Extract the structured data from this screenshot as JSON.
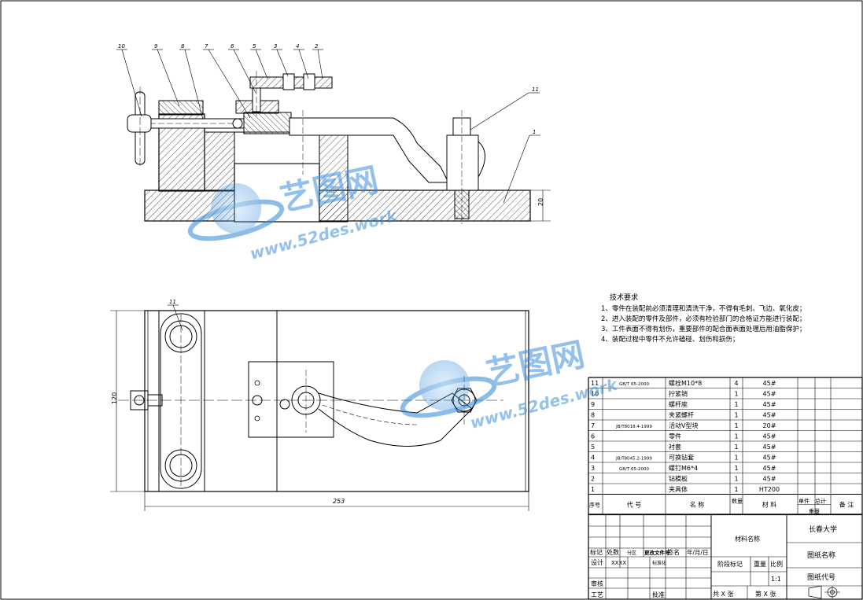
{
  "main_view": {
    "balloons": [
      "10",
      "9",
      "8",
      "7",
      "6",
      "5",
      "3",
      "4",
      "2",
      "11",
      "1"
    ],
    "dim_height": "20"
  },
  "top_view": {
    "balloon": "11",
    "dim_width": "253",
    "dim_height": "120"
  },
  "tech_requirements": {
    "title": "技术要求",
    "items": [
      "1、零件在装配前必须清理和清洗干净，不得有毛刺、飞边、氧化皮；",
      "2、进入装配的零件及部件，必须有检验部门的合格证方能进行装配；",
      "3、工件表面不得有划伤，重要部件的配合面表面处理后用油脂保护；",
      "4、装配过程中零件不允许磕碰、划伤和损伤；"
    ]
  },
  "parts_table": {
    "rows": [
      {
        "no": "11",
        "code": "GB/T 65-2000",
        "name": "螺栓M10*8",
        "qty": "4",
        "material": "45#"
      },
      {
        "no": "10",
        "code": "",
        "name": "拧紧销",
        "qty": "1",
        "material": "45#"
      },
      {
        "no": "9",
        "code": "",
        "name": "螺杆座",
        "qty": "1",
        "material": "45#"
      },
      {
        "no": "8",
        "code": "",
        "name": "夹紧螺杆",
        "qty": "1",
        "material": "45#"
      },
      {
        "no": "7",
        "code": "JB/T8018.4-1999",
        "name": "活动V型块",
        "qty": "1",
        "material": "20#"
      },
      {
        "no": "6",
        "code": "",
        "name": "零件",
        "qty": "1",
        "material": "45#"
      },
      {
        "no": "5",
        "code": "",
        "name": "衬套",
        "qty": "1",
        "material": "45#"
      },
      {
        "no": "4",
        "code": "JB/T8045.2-1999",
        "name": "可换钻套",
        "qty": "1",
        "material": "45#"
      },
      {
        "no": "3",
        "code": "GB/T 65-2000",
        "name": "螺钉M6*4",
        "qty": "1",
        "material": "45#"
      },
      {
        "no": "2",
        "code": "",
        "name": "钻模板",
        "qty": "1",
        "material": "45#"
      },
      {
        "no": "1",
        "code": "",
        "name": "夹具体",
        "qty": "1",
        "material": "HT200"
      }
    ],
    "header": {
      "no": "序号",
      "code": "代      号",
      "name": "名      称",
      "qty": "数量",
      "material": "材      料",
      "single": "单件",
      "total": "总计",
      "weight": "重量",
      "remark": "备  注"
    }
  },
  "title_block": {
    "material_name": "材料名称",
    "school": "长春大学",
    "drawing_name": "图纸名称",
    "drawing_code": "图纸代号",
    "mark": "标记",
    "count": "处数",
    "zone": "分区",
    "change_doc": "更改文件号",
    "sign": "签名",
    "date": "年/月/日",
    "design": "设计",
    "designer": "XXXX",
    "standard": "标准化",
    "stage_mark": "阶段标记",
    "weight": "重量",
    "scale_label": "比例",
    "scale": "1:1",
    "review": "审核",
    "process": "工艺",
    "approve": "批准",
    "sheets": "共 X 张",
    "sheet": "第 X 张"
  },
  "watermark": {
    "brand": "艺图网",
    "url": "www.52des.work"
  }
}
